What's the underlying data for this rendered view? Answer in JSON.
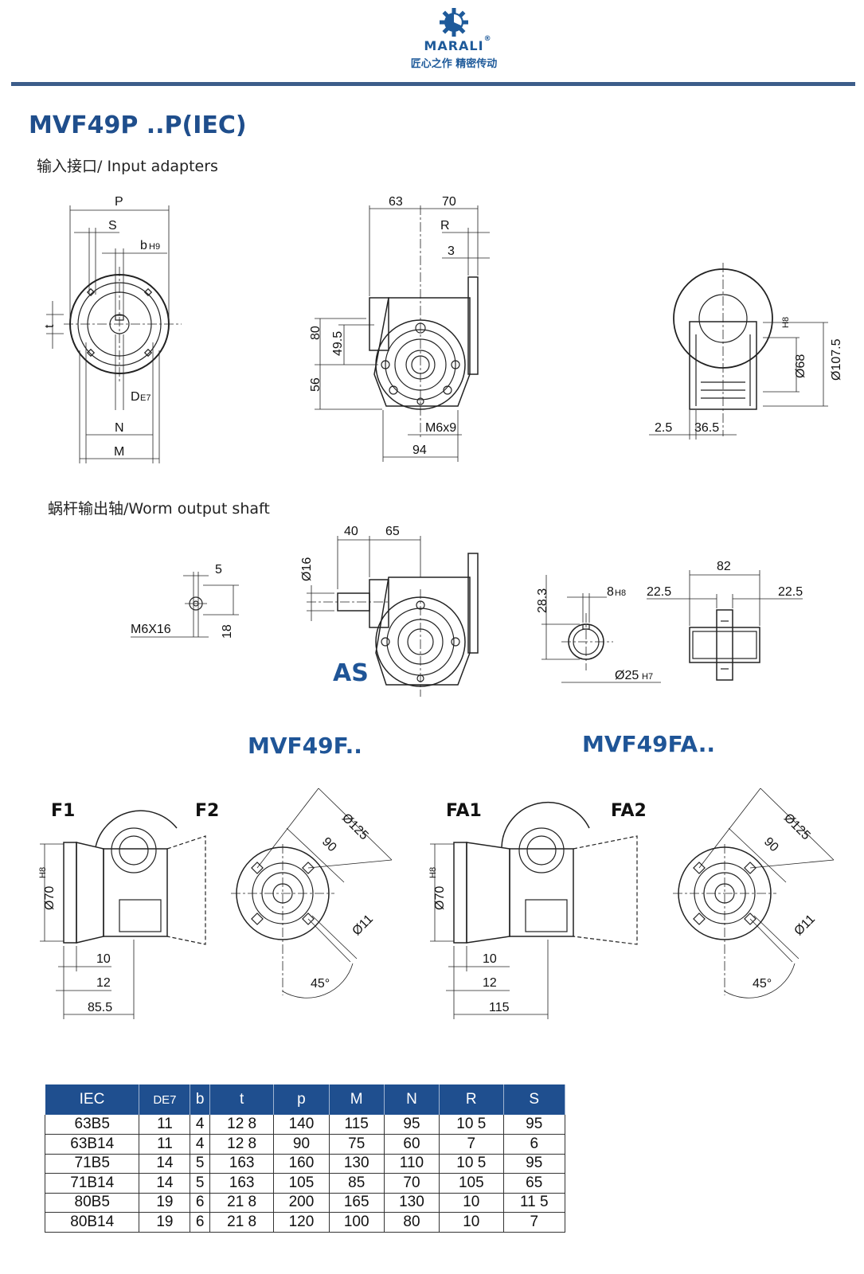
{
  "header": {
    "brand": "MARALI",
    "registered": "®",
    "slogan": "匠心之作 精密传动",
    "brand_color": "#1e5a9a",
    "rule_color": "#3c5d8a"
  },
  "title": "MVF49P ..P(IEC)",
  "sections": {
    "input_adapters": "输入接口/ Input adapters",
    "worm_output_shaft": "蜗杆输出轴/Worm  output shaft"
  },
  "input_drawing": {
    "labels": {
      "P": "P",
      "S": "S",
      "b": "b",
      "b_tol": "H9",
      "t": "t",
      "D": "D",
      "D_tol": "E7",
      "N": "N",
      "M": "M"
    }
  },
  "side_drawing": {
    "dims": {
      "d63": "63",
      "d70": "70",
      "R": "R",
      "d3": "3",
      "d80": "80",
      "d49_5": "49.5",
      "d56": "56",
      "thread": "M6x9",
      "d94": "94"
    }
  },
  "front_drawing": {
    "dims": {
      "d68": "Ø68",
      "d68_tol": "H8",
      "d107_5": "Ø107.5",
      "d2_5": "2.5",
      "d36_5": "36.5"
    }
  },
  "worm_shaft": {
    "dims": {
      "d5": "5",
      "thread": "M6X16",
      "d18": "18",
      "d40": "40",
      "d65": "65",
      "d16": "Ø16",
      "as": "AS"
    }
  },
  "hollow_shaft": {
    "dims": {
      "d28_3": "28.3",
      "d8": "8",
      "d8_tol": "H8",
      "d25": "Ø25",
      "d25_tol": "H7",
      "d22_5_left": "22.5",
      "d82": "82",
      "d22_5_right": "22.5"
    }
  },
  "flange_f": {
    "model": "MVF49F..",
    "labels": {
      "F1": "F1",
      "F2": "F2"
    },
    "dims": {
      "d70": "Ø70",
      "d70_tol": "H8",
      "d10": "10",
      "d12": "12",
      "d85_5": "85.5",
      "d125": "Ø125",
      "d90": "90",
      "d11": "Ø11",
      "angle": "45°"
    }
  },
  "flange_fa": {
    "model": "MVF49FA..",
    "labels": {
      "FA1": "FA1",
      "FA2": "FA2"
    },
    "dims": {
      "d70": "Ø70",
      "d70_tol": "H8",
      "d10": "10",
      "d12": "12",
      "d115": "115",
      "d125": "Ø125",
      "d90": "90",
      "d11": "Ø11",
      "angle": "45°"
    }
  },
  "table": {
    "header_color": "#1f4f8f",
    "headers": [
      "IEC",
      "DE7",
      "b",
      "t",
      "p",
      "M",
      "N",
      "R",
      "S"
    ],
    "rows": [
      [
        "63B5",
        "11",
        "4",
        "12 8",
        "140",
        "115",
        "95",
        "10 5",
        "95"
      ],
      [
        "63B14",
        "11",
        "4",
        "12 8",
        "90",
        "75",
        "60",
        "7",
        "6"
      ],
      [
        "71B5",
        "14",
        "5",
        "163",
        "160",
        "130",
        "110",
        "10 5",
        "95"
      ],
      [
        "71B14",
        "14",
        "5",
        "163",
        "105",
        "85",
        "70",
        "105",
        "65"
      ],
      [
        "80B5",
        "19",
        "6",
        "21 8",
        "200",
        "165",
        "130",
        "10",
        "11 5"
      ],
      [
        "80B14",
        "19",
        "6",
        "21 8",
        "120",
        "100",
        "80",
        "10",
        "7"
      ]
    ]
  }
}
